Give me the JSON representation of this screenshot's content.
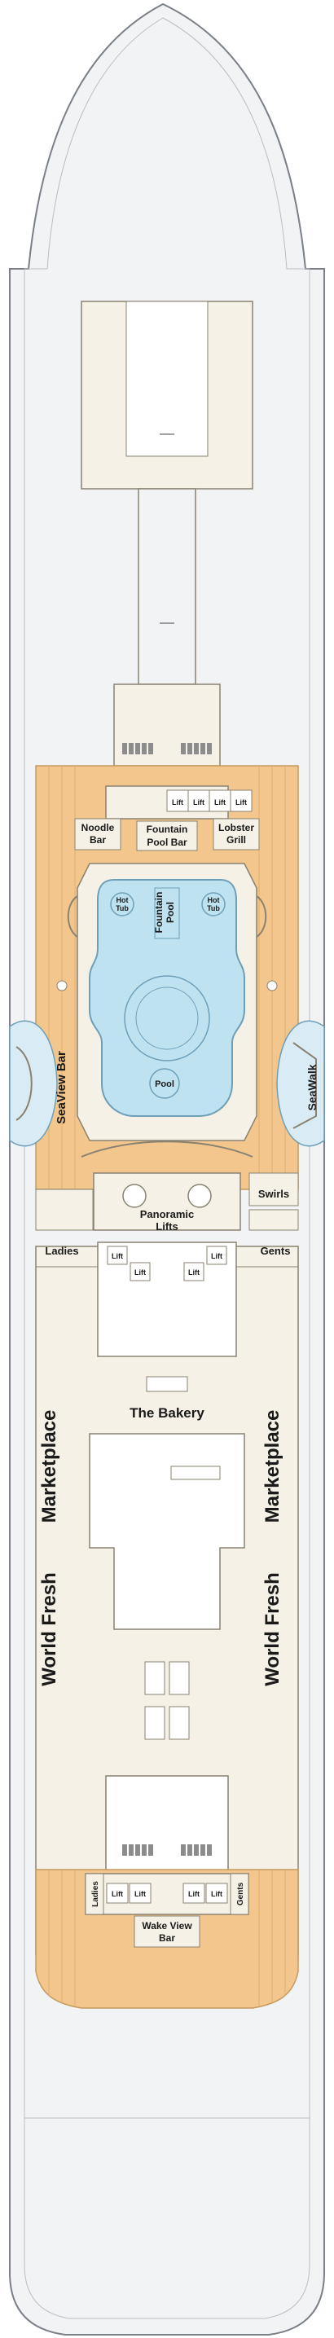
{
  "colors": {
    "hull_fill": "#f2f3f5",
    "hull_stroke": "#7a7f88",
    "interior": "#f5f1e6",
    "wood_deck": "#f3c68e",
    "wood_line": "#e2ad6f",
    "pool_water": "#bfe2f0",
    "pool_edge": "#6d9fb8",
    "wall": "#8a8270",
    "lounger": "#8c8c8c"
  },
  "labels": {
    "lift": "Lift",
    "noodle_bar_l1": "Noodle",
    "noodle_bar_l2": "Bar",
    "fountain_pool_bar_l1": "Fountain",
    "fountain_pool_bar_l2": "Pool Bar",
    "lobster_grill_l1": "Lobster",
    "lobster_grill_l2": "Grill",
    "hot_tub_l1": "Hot",
    "hot_tub_l2": "Tub",
    "fountain_pool_l1": "Fountain",
    "fountain_pool_l2": "Pool",
    "pool": "Pool",
    "seaview_bar": "SeaView Bar",
    "seawalk": "SeaWalk",
    "panoramic_lifts_l1": "Panoramic",
    "panoramic_lifts_l2": "Lifts",
    "swirls": "Swirls",
    "ladies": "Ladies",
    "gents": "Gents",
    "the_bakery": "The Bakery",
    "world_fresh_marketplace_part1": "World Fresh",
    "world_fresh_marketplace_part2": "Marketplace",
    "wake_view_bar_l1": "Wake View",
    "wake_view_bar_l2": "Bar"
  }
}
